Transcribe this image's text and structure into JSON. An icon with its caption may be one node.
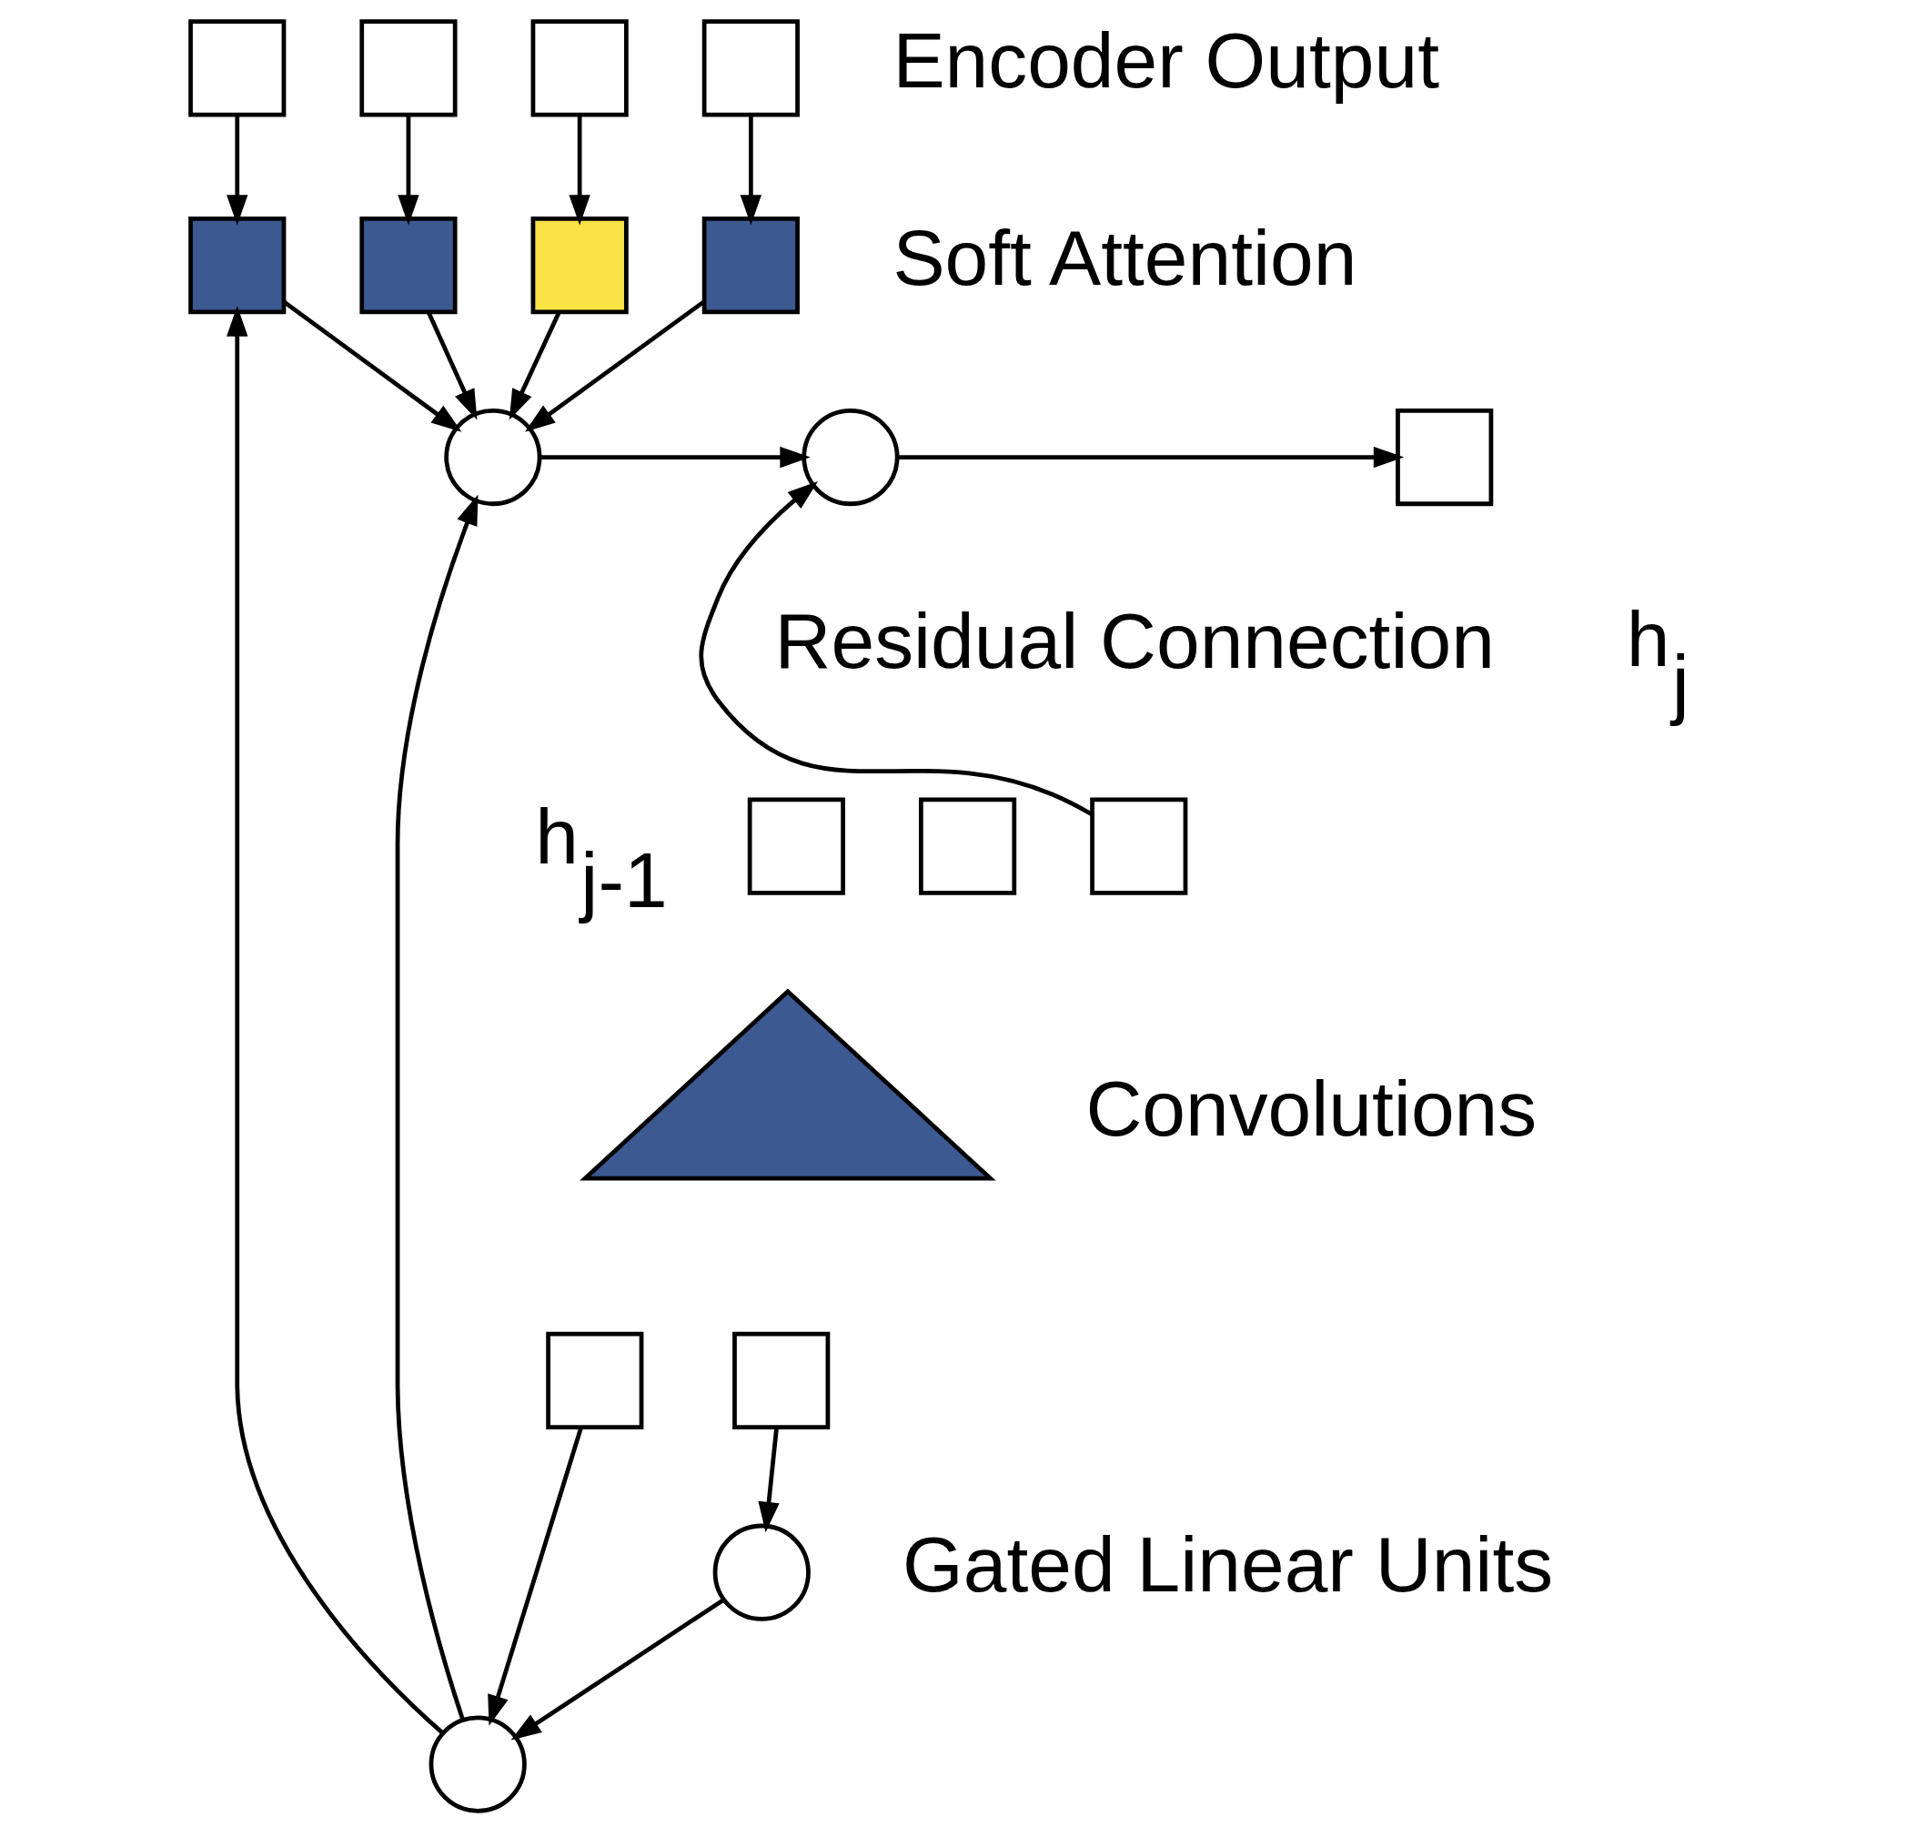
{
  "diagram": {
    "nodes": [
      {
        "text": [],
        "shape": "box"
      },
      {
        "text": [],
        "shape": "box"
      },
      {
        "text": [],
        "shape": "box"
      },
      {
        "text": [],
        "shape": "box"
      },
      {
        "text": [],
        "shape": "box"
      },
      {
        "text": [],
        "shape": "box"
      },
      {
        "text": [],
        "shape": "box"
      },
      {
        "text": [],
        "shape": "box"
      },
      {
        "text": [],
        "shape": "circle"
      },
      {
        "text": [],
        "shape": "circle"
      },
      {
        "text": [],
        "shape": "box",
        "beside": [
          "h$_{j}$"
        ]
      },
      {
        "text": [],
        "shape": "circle"
      },
      {
        "text": [],
        "shape": "circle"
      },
      {
        "text": [],
        "shape": "box"
      },
      {
        "text": [],
        "shape": "box"
      },
      {
        "text": [],
        "shape": "triangle"
      },
      {
        "text": [],
        "shape": "box"
      },
      {
        "text": [],
        "shape": "box"
      },
      {
        "text": [],
        "shape": "box"
      }
    ],
    "edges": [
      {
        "from": 0,
        "to": 4,
        "arrow": "to"
      },
      {
        "from": 1,
        "to": 5,
        "arrow": "to"
      },
      {
        "from": 2,
        "to": 6,
        "arrow": "to"
      },
      {
        "from": 3,
        "to": 7,
        "arrow": "to"
      },
      {
        "from": 4,
        "to": 8,
        "arrow": "to"
      },
      {
        "from": 5,
        "to": 8,
        "arrow": "to"
      },
      {
        "from": 6,
        "to": 8,
        "arrow": "to"
      },
      {
        "from": 7,
        "to": 8,
        "arrow": "to"
      },
      {
        "from": 11,
        "to": 4,
        "arrow": "to"
      },
      {
        "from": 11,
        "to": 8,
        "arrow": "to"
      },
      {
        "from": 8,
        "to": 9,
        "arrow": "to"
      },
      {
        "from": 9,
        "to": 10,
        "arrow": "to"
      },
      {
        "from": 18,
        "to": 9,
        "arrow": "to"
      },
      {
        "from": 13,
        "to": 11,
        "arrow": "to"
      },
      {
        "from": 12,
        "to": 11,
        "arrow": "to"
      },
      {
        "from": 14,
        "to": 12,
        "arrow": "to"
      }
    ],
    "labels": [
      "Encoder Output",
      "Soft Attention",
      "Gated Linear Units",
      "Convolutions",
      "Residual Connection",
      "h$_{j-1}$"
    ]
  }
}
